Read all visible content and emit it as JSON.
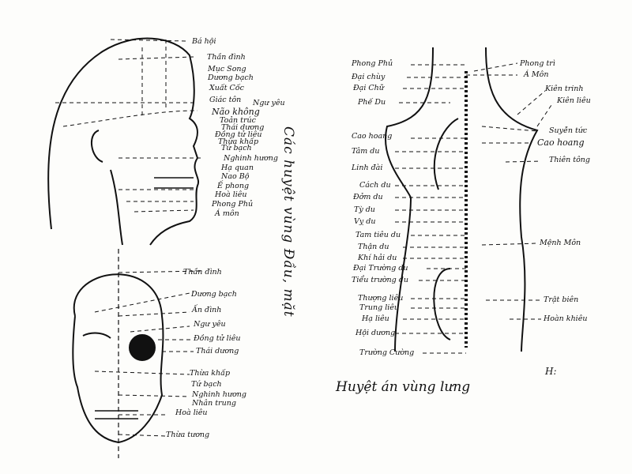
{
  "head_titles": {
    "side_head": "Các huyệt vùng Đầu, mặt",
    "back": "Huyệt án vùng lưng",
    "mark": "H:"
  },
  "side_head_points": [
    "Bá hội",
    "Thần đình",
    "Mục Song",
    "Dương bạch",
    "Xuất Cốc",
    "Giác tôn",
    "Ngư yêu",
    "Não không",
    "Toản trúc",
    "Thái dương",
    "Đồng tử liêu",
    "Thừa khấp",
    "Tứ bạch",
    "Nghinh hương",
    "Hạ quan",
    "Nao Bộ",
    "Ế phong",
    "Hoà liêu",
    "Phong Phủ",
    "Á môn"
  ],
  "face_points": [
    "Thần đình",
    "Dương bạch",
    "Ấn đình",
    "Ngư yêu",
    "Đồng tử liêu",
    "Thái dương",
    "Thừa khấp",
    "Tứ bạch",
    "Nghinh hương",
    "Nhân trung",
    "Hoà liêu",
    "Thừa tương"
  ],
  "back_left_points": [
    "Phong Phủ",
    "Đại chùy",
    "Đại Chữ",
    "Phế Du",
    "Cao hoang",
    "Tâm du",
    "Linh đài",
    "Cách du",
    "Đởm du",
    "Tỳ du",
    "Vỵ du",
    "Tam tiêu du",
    "Thận du",
    "Khí hải du",
    "Đại Trường du",
    "Tiểu trường du",
    "Thượng liêu",
    "Trung liêu",
    "Hạ liêu",
    "Hội dương",
    "Trường Cường"
  ],
  "back_right_points": [
    "Phong trì",
    "Á Môn",
    "Kiên trinh",
    "Kiên liêu",
    "Suyễn tức",
    "Cao hoang",
    "Thiên tông",
    "Mệnh Môn",
    "Trật biên",
    "Hoàn khiêu"
  ]
}
